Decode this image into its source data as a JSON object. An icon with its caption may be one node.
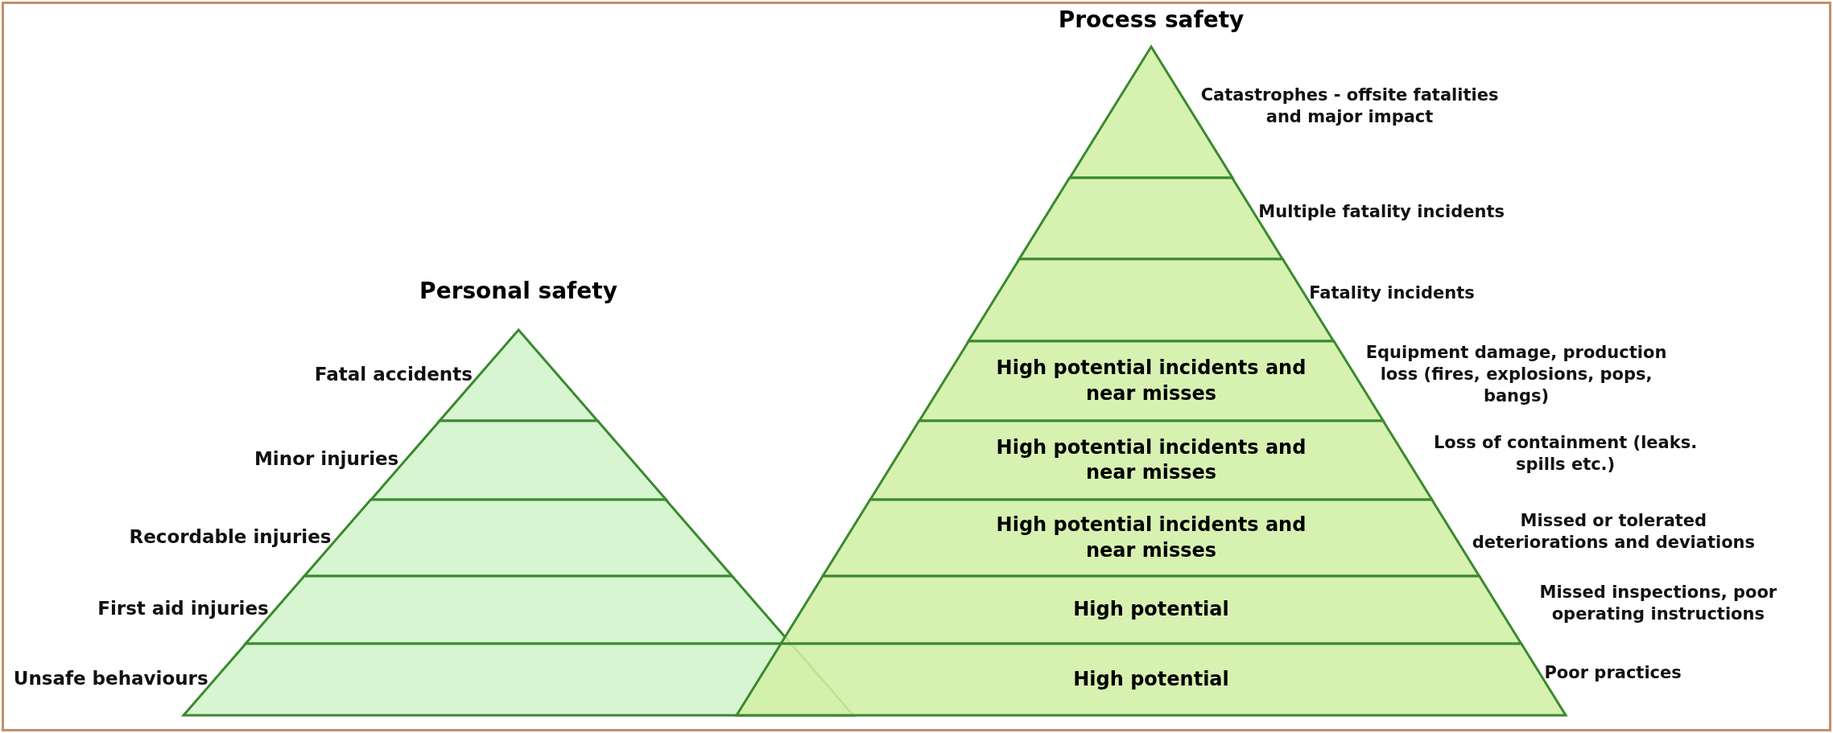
{
  "diagram": {
    "nodes": [
      {
        "text": [
          "Personal safety"
        ]
      },
      {
        "text": [],
        "shape": "band",
        "in": 0,
        "beside": [
          "Fatal accidents"
        ]
      },
      {
        "text": [],
        "shape": "band",
        "in": 0,
        "beside": [
          "Minor injuries"
        ]
      },
      {
        "text": [],
        "shape": "band",
        "in": 0,
        "beside": [
          "Recordable injuries"
        ]
      },
      {
        "text": [],
        "shape": "band",
        "in": 0,
        "beside": [
          "First aid injuries"
        ]
      },
      {
        "text": [],
        "shape": "band",
        "in": 0,
        "beside": [
          "Unsafe behaviours"
        ]
      },
      {
        "text": [
          "Process safety"
        ]
      },
      {
        "text": [],
        "shape": "band",
        "in": 6,
        "beside": [
          "Catastrophes - offsite fatalities and major impact"
        ]
      },
      {
        "text": [],
        "shape": "band",
        "in": 6,
        "beside": [
          "Multiple fatality incidents"
        ]
      },
      {
        "text": [],
        "shape": "band",
        "in": 6,
        "beside": [
          "Fatality incidents"
        ]
      },
      {
        "text": [
          "High potential incidents and near misses"
        ],
        "in": 6,
        "beside": [
          "Equipment damage, production loss (fires, explosions, pops, bangs)"
        ]
      },
      {
        "text": [
          "High potential incidents and near misses"
        ],
        "in": 6,
        "beside": [
          "Loss of containment (leaks. spills etc.)"
        ]
      },
      {
        "text": [
          "High potential incidents and near misses"
        ],
        "in": 6,
        "beside": [
          "Missed or tolerated deteriorations and deviations"
        ]
      },
      {
        "text": [
          "High potential"
        ],
        "in": 6,
        "beside": [
          "Missed inspections, poor operating instructions"
        ]
      },
      {
        "text": [
          "High potential"
        ],
        "in": 6,
        "beside": [
          "Poor practices"
        ]
      }
    ]
  }
}
